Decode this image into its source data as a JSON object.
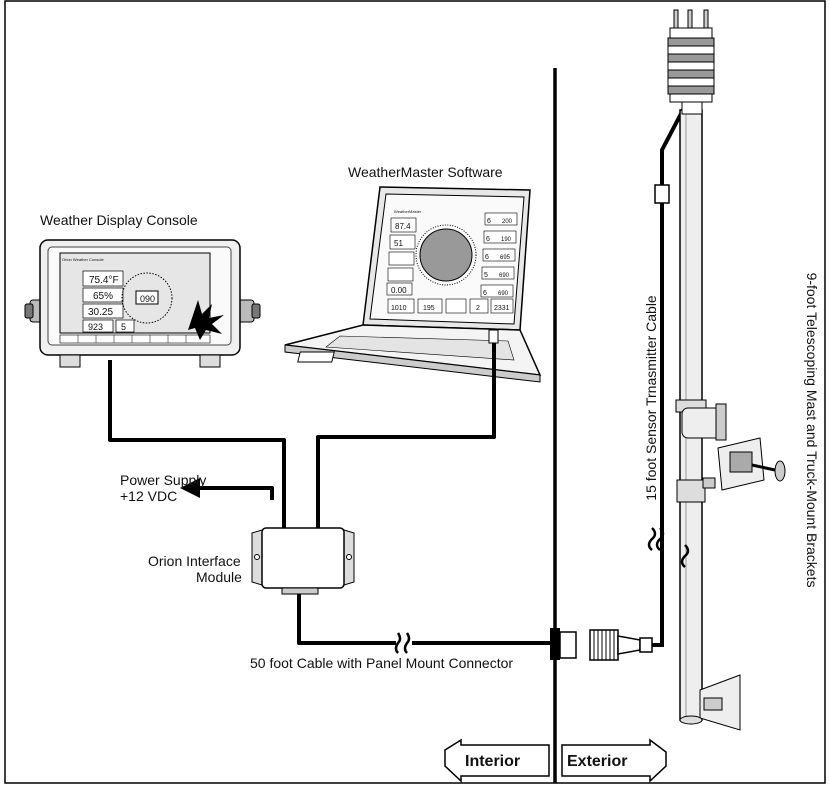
{
  "labels": {
    "console": "Weather Display Console",
    "software": "WeatherMaster Software",
    "power_line1": "Power Supply",
    "power_line2": "+12 VDC",
    "module_line1": "Orion Interface",
    "module_line2": "Module",
    "cable_50": "50 foot Cable with Panel Mount Connector",
    "sensor_cable": "15 foot Sensor Trnasmitter Cable",
    "mast": "9-foot Telescoping Mast and Truck-Mount Brackets",
    "interior": "Interior",
    "exterior": "Exterior"
  },
  "console_screen": {
    "header": "Orion Weather Console",
    "temp": "75.4°F",
    "humidity": "65%",
    "pressure": "30.25",
    "direction": "090",
    "altitude": "923",
    "wind": "5"
  },
  "laptop_screen": {
    "title": "WeatherMaster",
    "left_values": [
      "87.4",
      "51",
      "",
      ""
    ],
    "left_bottom": "0.00",
    "bottom_values": [
      "1010",
      "195",
      "2",
      "2331"
    ],
    "right_values": [
      "6",
      "6",
      "6",
      "5",
      "6"
    ],
    "right_right": [
      "200",
      "190",
      "695",
      "690",
      "690"
    ]
  },
  "colors": {
    "line": "#000000",
    "background": "#ffffff",
    "screen": "#dcdcdc",
    "bezel": "#f0f0f0"
  }
}
